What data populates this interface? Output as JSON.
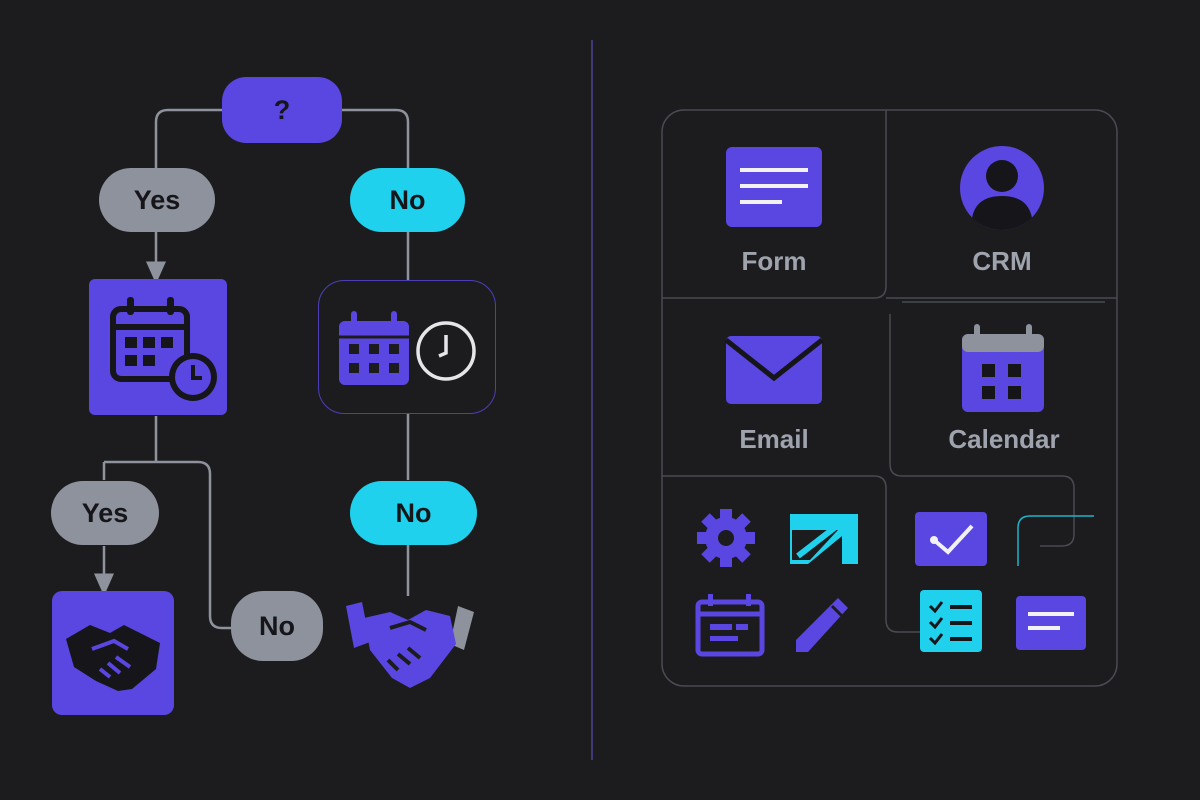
{
  "flow": {
    "question": "?",
    "yes_top": "Yes",
    "no_top": "No",
    "yes_bottom": "Yes",
    "no_middle": "No",
    "no_bottom": "No"
  },
  "apps": {
    "form": "Form",
    "crm": "CRM",
    "email": "Email",
    "calendar": "Calendar"
  },
  "colors": {
    "background": "#1c1c1f",
    "purple": "#5a46e0",
    "cyan": "#1fd1ec",
    "gray": "#8d929c",
    "line": "#8d929c"
  },
  "icons": [
    "calendar-clock-icon",
    "handshake-icon",
    "form-icon",
    "user-icon",
    "email-icon",
    "calendar-icon",
    "gear-icon",
    "paper-plane-icon",
    "checkbox-icon",
    "event-icon",
    "pen-icon",
    "checklist-icon",
    "text-lines-icon"
  ]
}
